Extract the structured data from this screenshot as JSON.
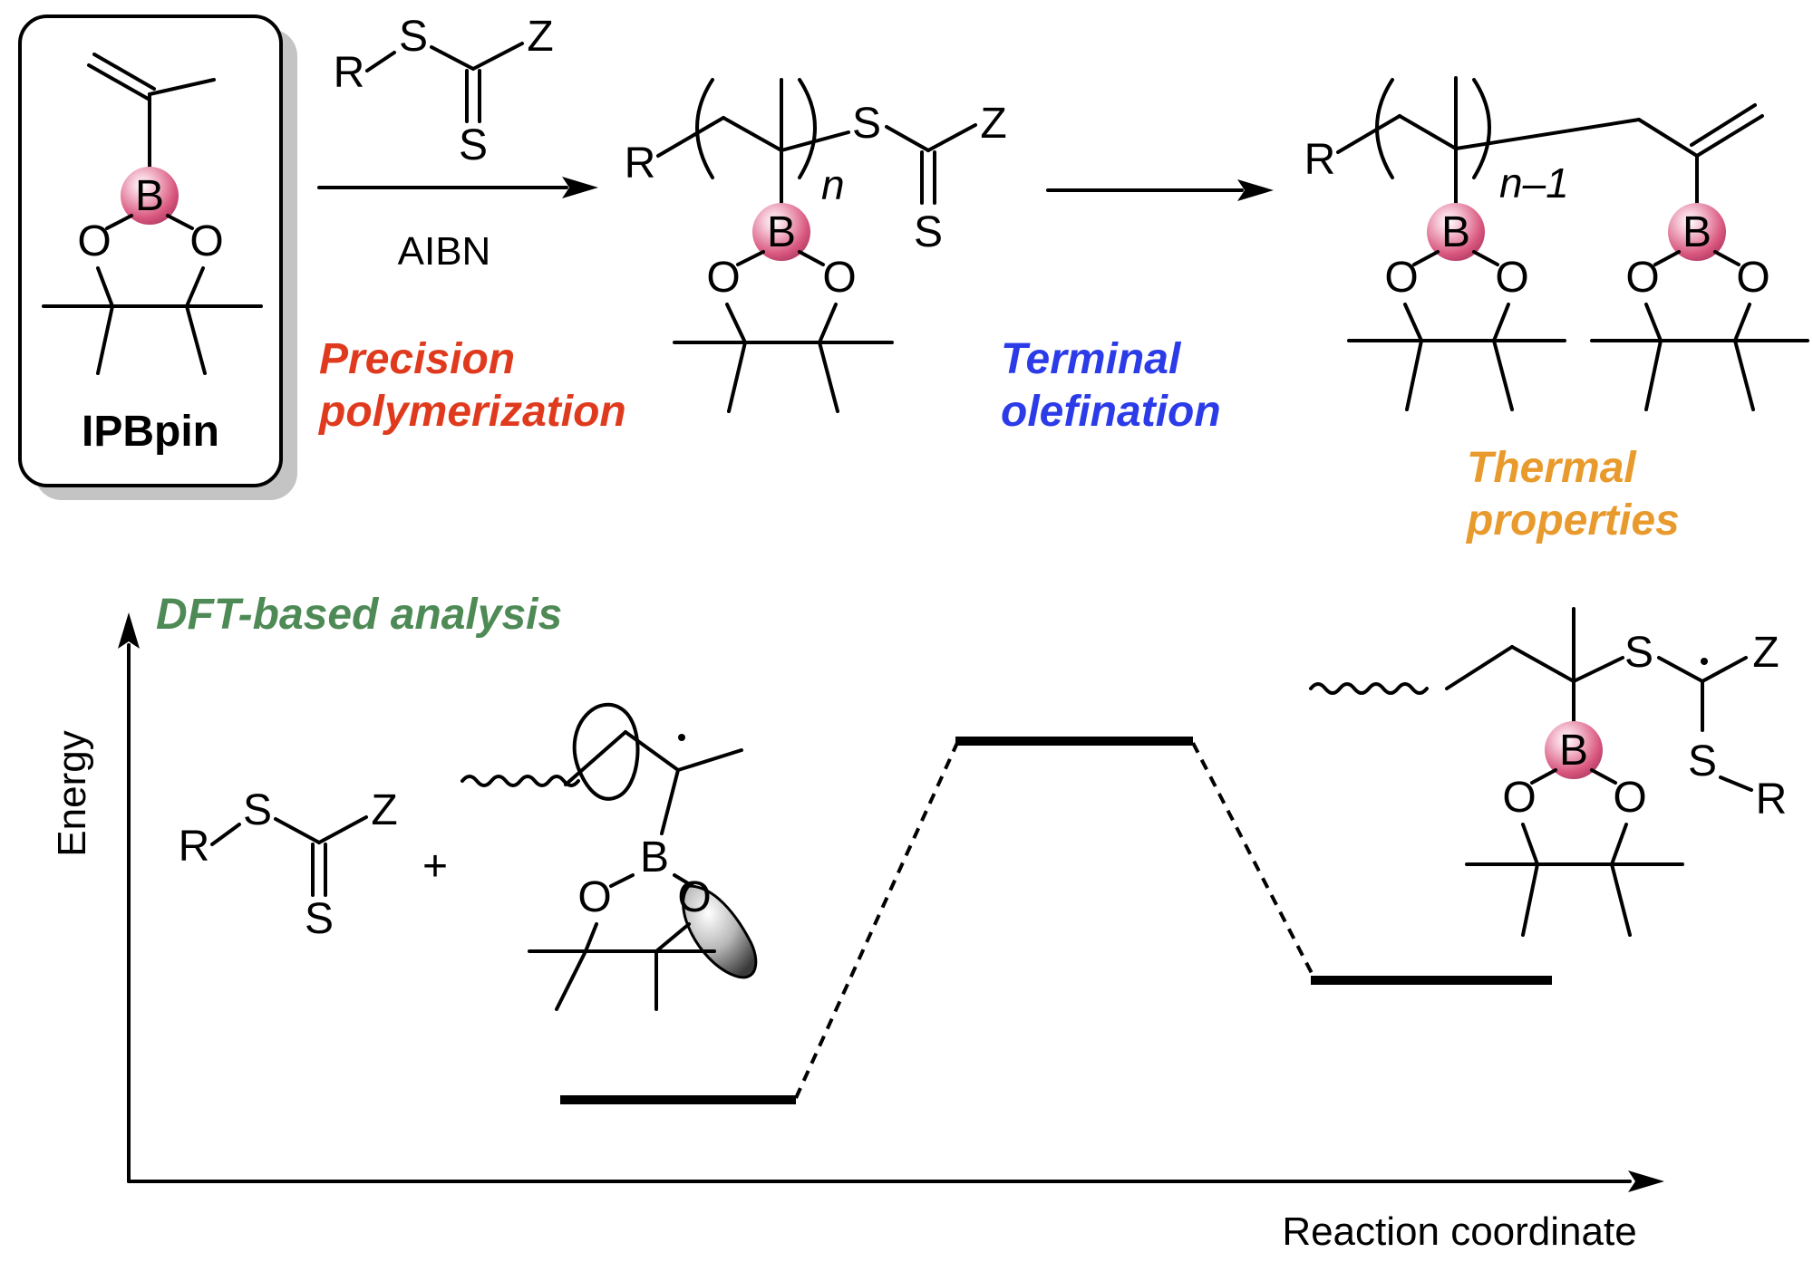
{
  "compound_box": {
    "label": "IPBpin"
  },
  "atoms": {
    "boron": "B",
    "oxygen": "O",
    "sulfur": "S",
    "r_group": "R",
    "z_group": "Z"
  },
  "reaction_1": {
    "reagent": "AIBN",
    "subscript_n": "n"
  },
  "reaction_2": {
    "subscript_n_minus_1": "n–1"
  },
  "labels": {
    "precision_line1": "Precision",
    "precision_line2": "polymerization",
    "terminal_line1": "Terminal",
    "terminal_line2": "olefination",
    "thermal_line1": "Thermal",
    "thermal_line2": "properties",
    "dft": "DFT-based analysis"
  },
  "plus_sign": "+",
  "axes": {
    "y_label": "Energy",
    "x_label": "Reaction coordinate"
  },
  "colors": {
    "boron_sphere": "#d9577f",
    "precision": "#e03a1e",
    "terminal": "#2b3be8",
    "thermal": "#e89a2c",
    "dft": "#4e8a55"
  }
}
